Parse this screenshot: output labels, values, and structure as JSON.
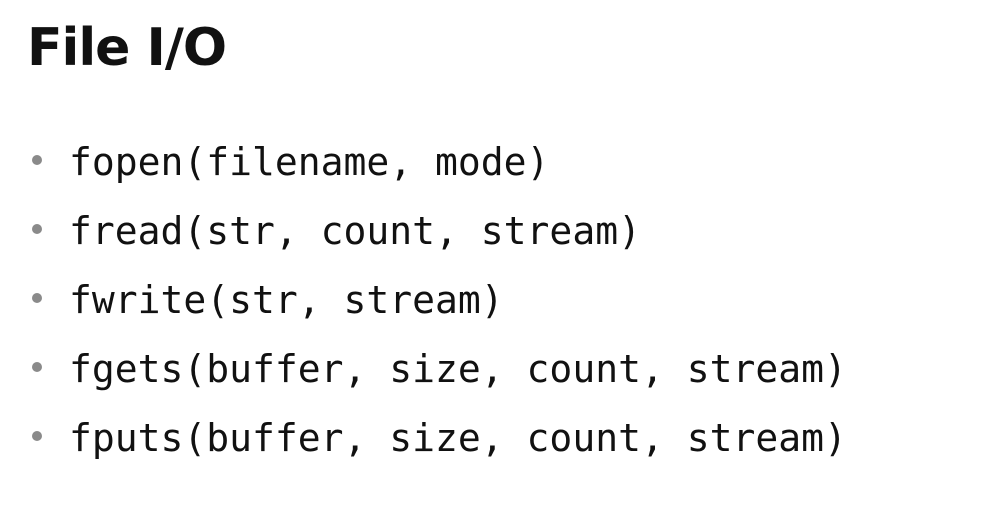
{
  "slide": {
    "title": "File I/O",
    "bullets": [
      "fopen(filename, mode)",
      "fread(str, count, stream)",
      "fwrite(str, stream)",
      "fgets(buffer, size, count, stream)",
      "fputs(buffer, size, count, stream)"
    ]
  },
  "colors": {
    "text": "#111111",
    "bullet": "#8a8a8a",
    "background": "#ffffff"
  }
}
